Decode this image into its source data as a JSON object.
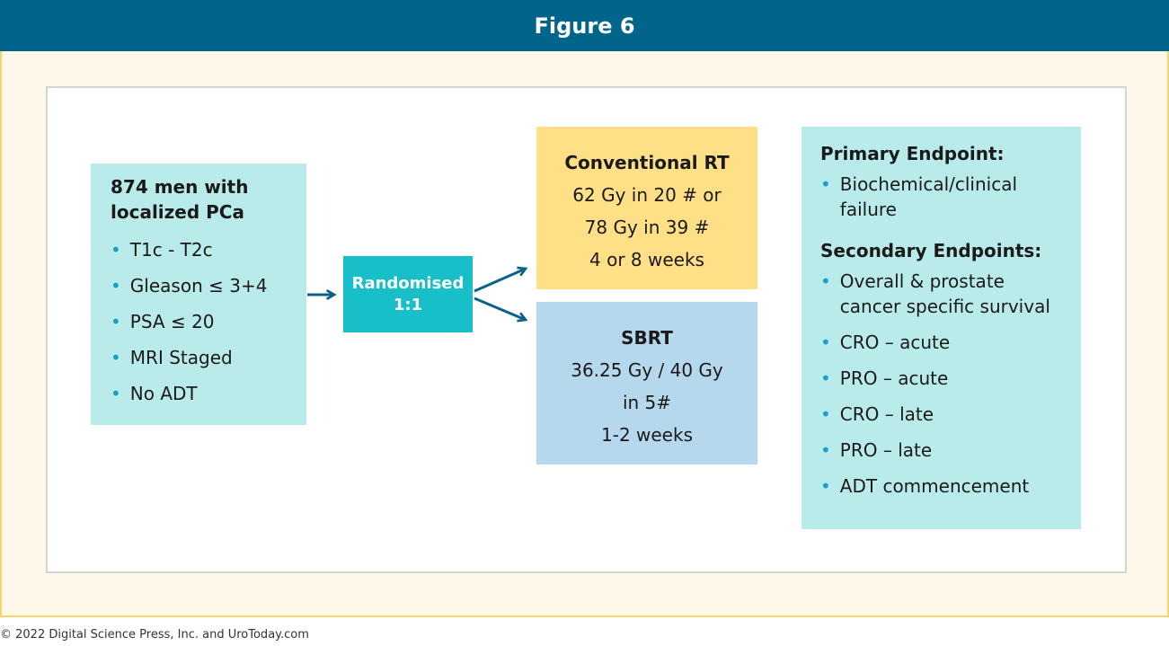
{
  "header": {
    "title": "Figure 6"
  },
  "population": {
    "title": "874 men with localized PCa",
    "criteria": [
      "T1c - T2c",
      "Gleason ≤ 3+4",
      "PSA ≤ 20",
      "MRI Staged",
      "No ADT"
    ]
  },
  "randomisation": {
    "line1": "Randomised",
    "line2": "1:1"
  },
  "arm_conventional": {
    "title": "Conventional RT",
    "lines": [
      "62 Gy in 20 # or",
      "78 Gy in 39 #",
      "4 or 8 weeks"
    ]
  },
  "arm_sbrt": {
    "title": "SBRT",
    "lines": [
      "36.25 Gy / 40 Gy",
      "in 5#",
      "1-2 weeks"
    ]
  },
  "endpoints": {
    "primary_title": "Primary Endpoint:",
    "primary_items": [
      "Biochemical/clinical failure"
    ],
    "secondary_title": "Secondary Endpoints:",
    "secondary_items": [
      "Overall & prostate cancer specific survival",
      "CRO – acute",
      "PRO – acute",
      "CRO – late",
      "PRO – late",
      "ADT commencement"
    ]
  },
  "footer": {
    "copyright": "© 2022 Digital Science Press, Inc. and UroToday.com"
  },
  "colors": {
    "header": "#00648b",
    "teal_box": "#b9ebeb",
    "randomised_box": "#18bfc8",
    "conventional_box": "#ffe087",
    "sbrt_box": "#b5d8ed",
    "arrow": "#0b6288"
  }
}
